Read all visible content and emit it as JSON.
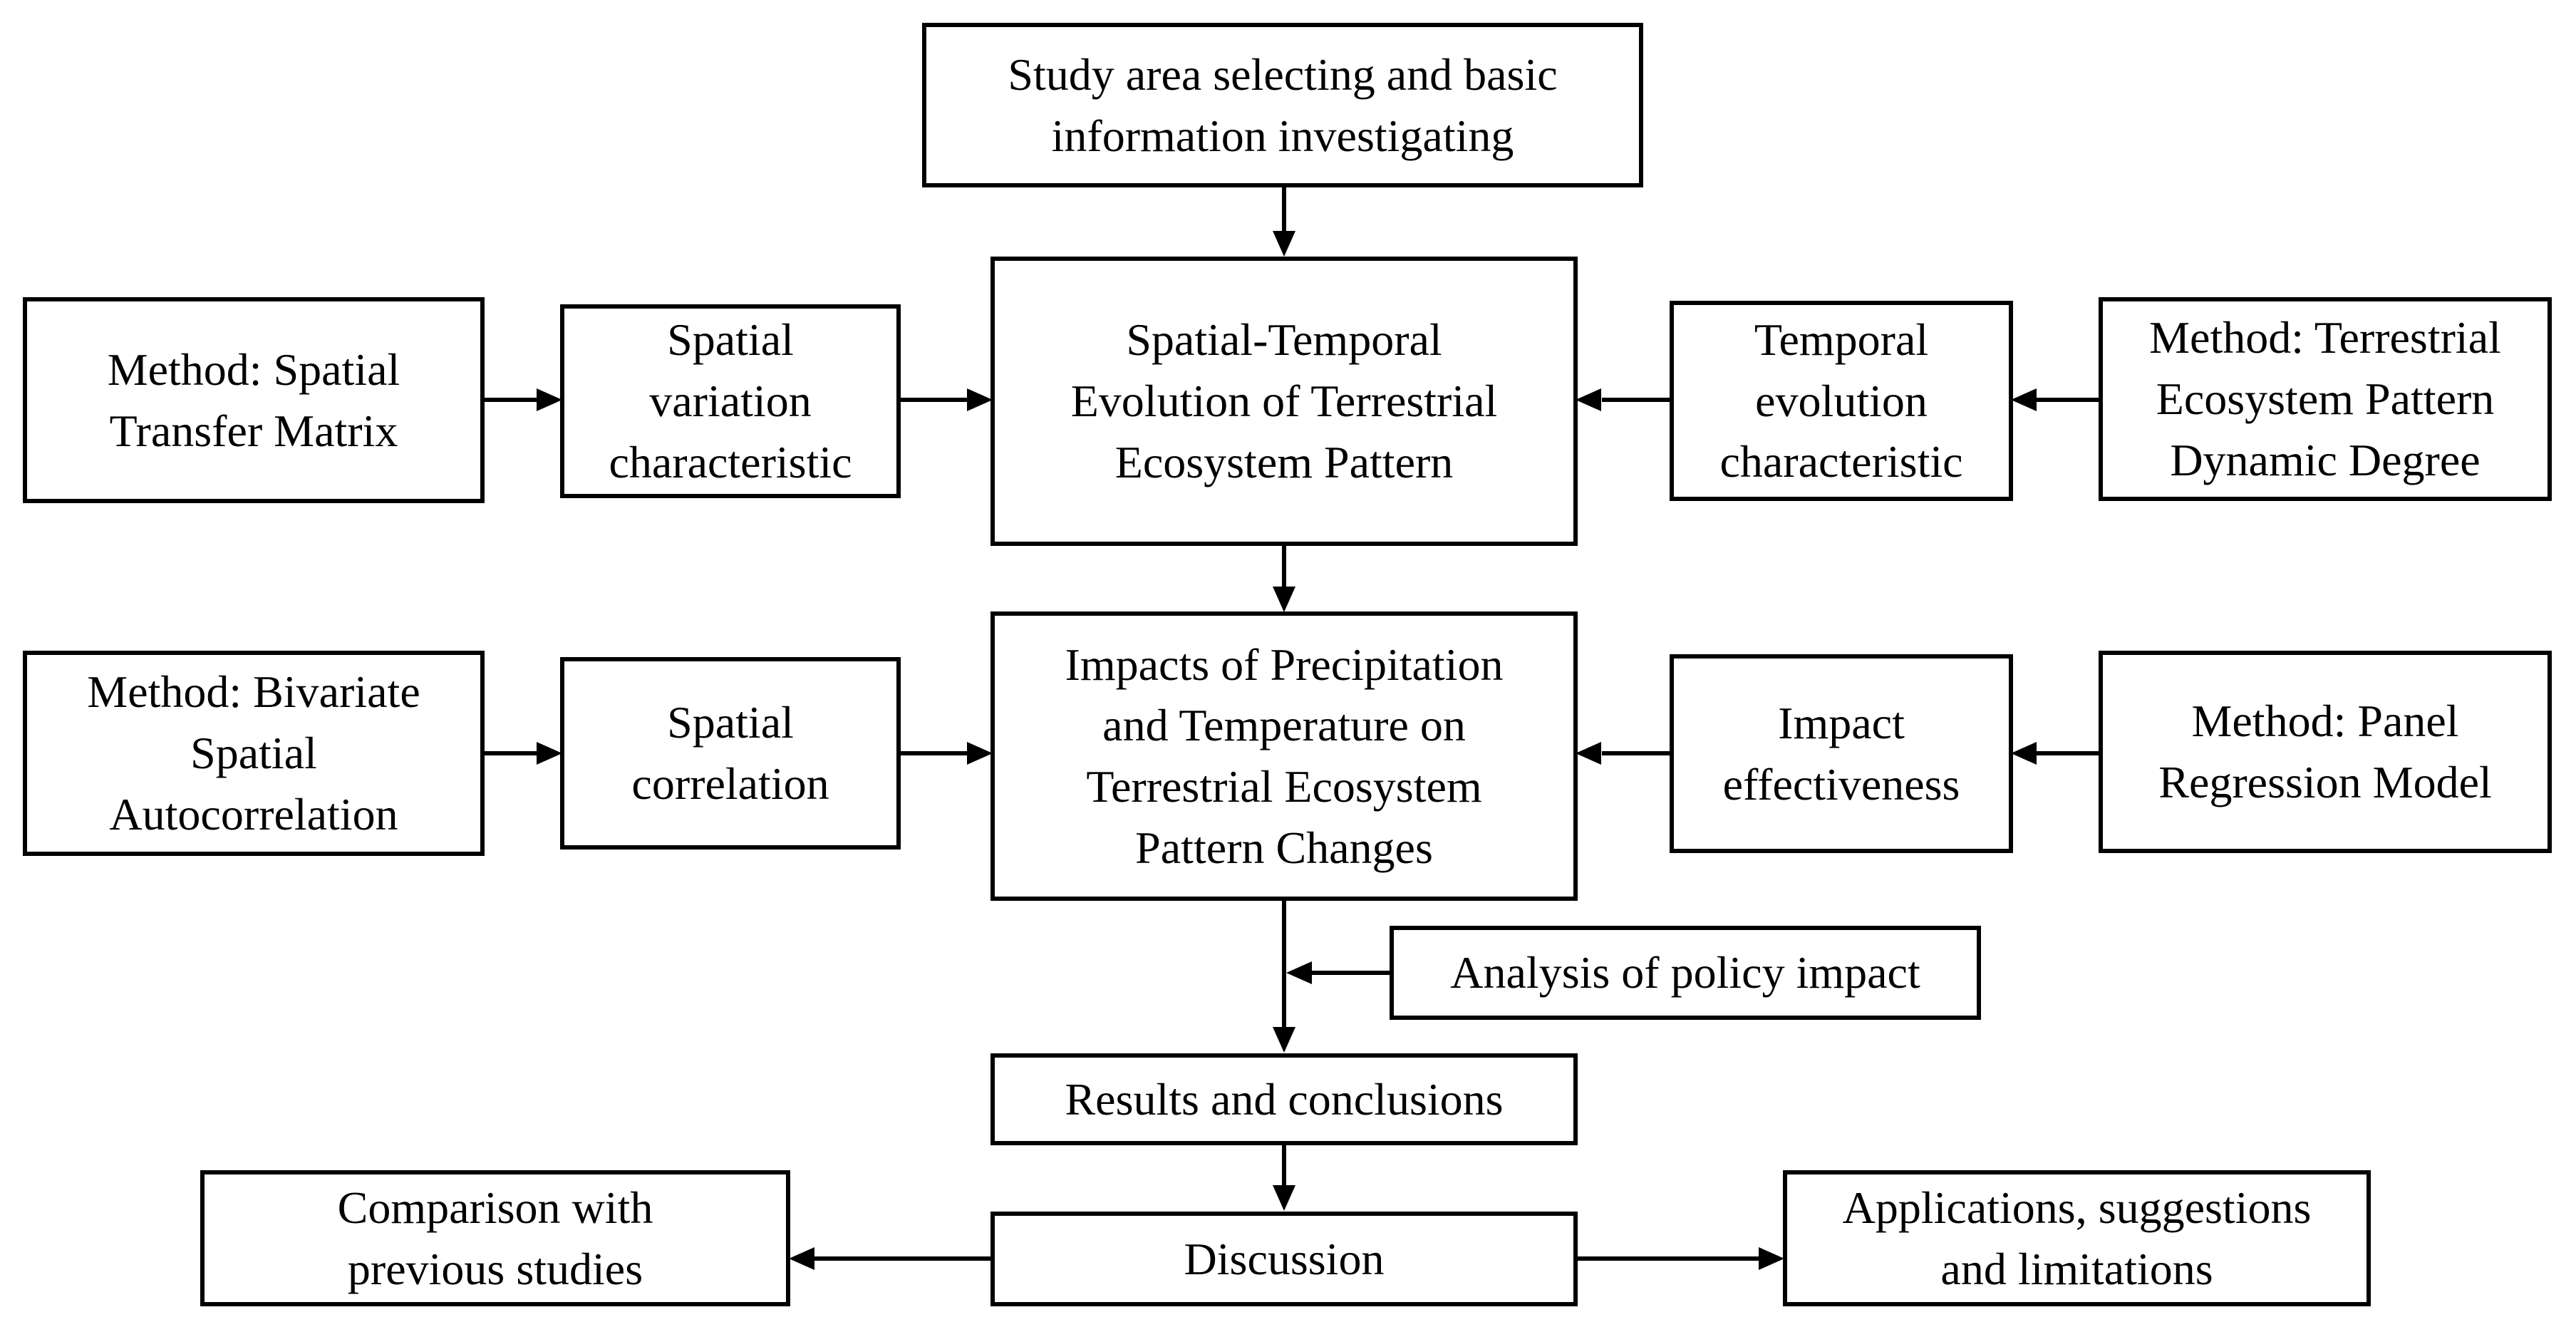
{
  "figure": {
    "type": "flowchart",
    "background_color": "#ffffff",
    "line_color": "#000000",
    "box_fill_color": "#ffffff",
    "text_color": "#000000",
    "nodes": {
      "study_area": {
        "label": "Study area selecting and basic\ninformation investigating"
      },
      "st_evolution": {
        "label": "Spatial-Temporal\nEvolution of Terrestrial\nEcosystem Pattern"
      },
      "impacts": {
        "label": "Impacts of Precipitation\nand Temperature on\nTerrestrial Ecosystem\nPattern Changes"
      },
      "method_transfer_matrix": {
        "label": "Method: Spatial\nTransfer Matrix"
      },
      "spatial_variation": {
        "label": "Spatial\nvariation\ncharacteristic"
      },
      "temporal_evolution": {
        "label": "Temporal\nevolution\ncharacteristic"
      },
      "method_dynamic_degree": {
        "label": "Method: Terrestrial\nEcosystem Pattern\nDynamic Degree"
      },
      "method_bivariate": {
        "label": "Method: Bivariate\nSpatial\nAutocorrelation"
      },
      "spatial_correlation": {
        "label": "Spatial\ncorrelation"
      },
      "impact_effectiveness": {
        "label": "Impact\neffectiveness"
      },
      "method_panel": {
        "label": "Method: Panel\nRegression Model"
      },
      "policy_impact": {
        "label": "Analysis of policy impact"
      },
      "results": {
        "label": "Results and conclusions"
      },
      "discussion": {
        "label": "Discussion"
      },
      "comparison": {
        "label": "Comparison with\nprevious studies"
      },
      "applications": {
        "label": "Applications, suggestions\nand limitations"
      }
    }
  }
}
